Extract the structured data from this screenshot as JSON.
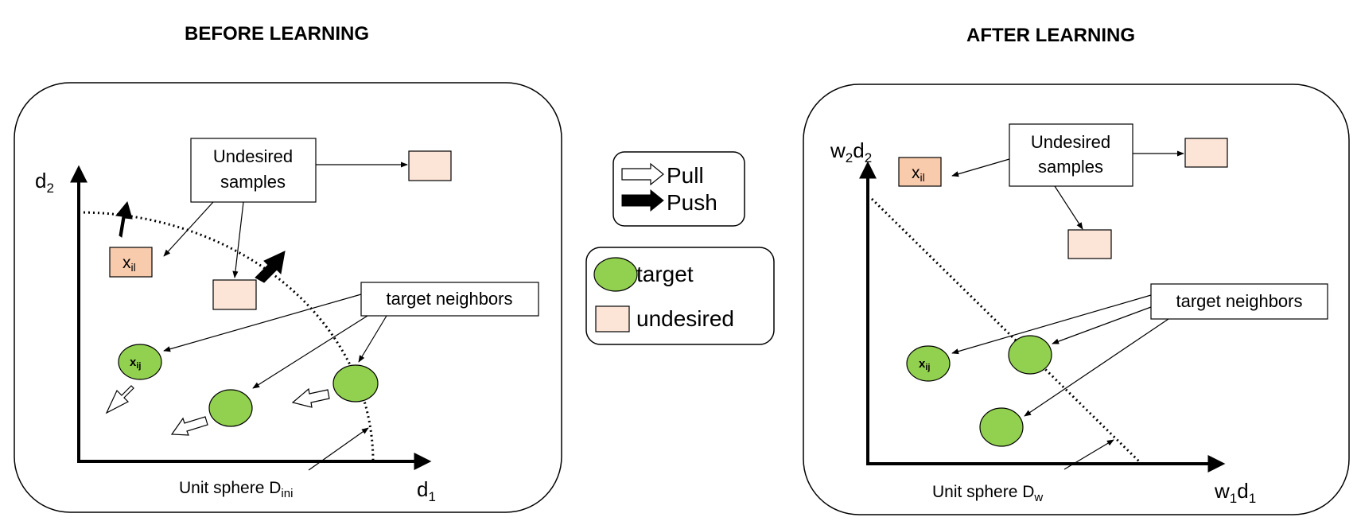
{
  "before": {
    "title": "BEFORE LEARNING",
    "undesired_label_1": "Undesired",
    "undesired_label_2": "samples",
    "neighbors_label": "target neighbors",
    "x_il_main": "x",
    "x_il_sub": "il",
    "x_ij_main": "x",
    "x_ij_sub": "ij",
    "axis_y_main": "d",
    "axis_y_sub": "2",
    "axis_x_main": "d",
    "axis_x_sub": "1",
    "sphere_main": "Unit sphere D",
    "sphere_sub": "ini"
  },
  "after": {
    "title": "AFTER LEARNING",
    "undesired_label_1": "Undesired",
    "undesired_label_2": "samples",
    "neighbors_label": "target neighbors",
    "x_il_main": "x",
    "x_il_sub": "il",
    "x_ij_main": "x",
    "x_ij_sub": "ij",
    "axis_y_w": "w",
    "axis_y_w_sub": "2",
    "axis_y_d": "d",
    "axis_y_d_sub": "2",
    "axis_x_w": "w",
    "axis_x_w_sub": "1",
    "axis_x_d": "d",
    "axis_x_d_sub": "1",
    "sphere_main": "Unit sphere D",
    "sphere_sub": "w"
  },
  "legend": {
    "pull": "Pull",
    "push": "Push",
    "target": "target",
    "undesired": "undesired"
  },
  "colors": {
    "target": "#92D050",
    "undesired": "#FCE4D6",
    "undesired_highlight": "#F8CBAD"
  }
}
